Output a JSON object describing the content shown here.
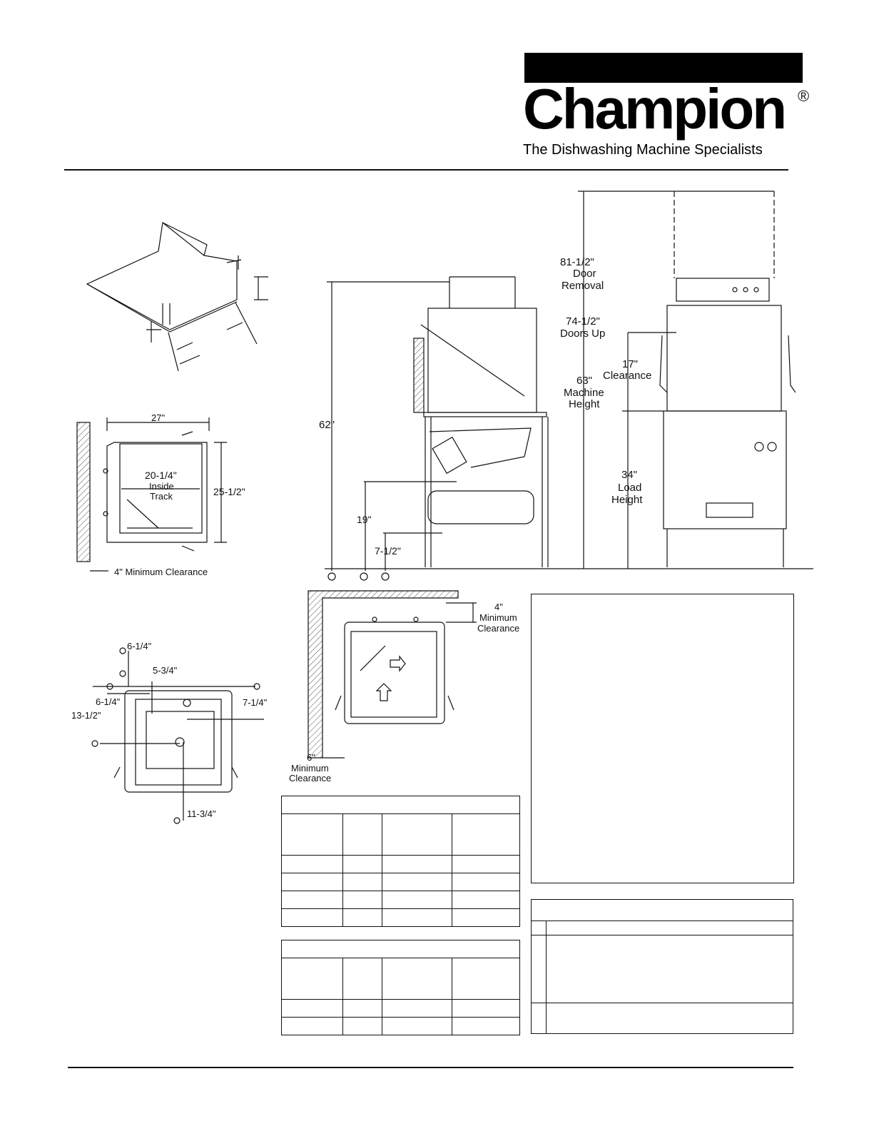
{
  "brand": {
    "name": "Champion",
    "registered": "®",
    "tagline": "The Dishwashing Machine Specialists"
  },
  "side_view": {
    "door_removal": [
      "81-1/2\"",
      "Door",
      "Removal"
    ],
    "doors_up": [
      "74-1/2\"",
      "Doors Up"
    ],
    "machine_height": [
      "63\"",
      "Machine",
      "Height"
    ],
    "clearance": [
      "17\"",
      "Clearance"
    ],
    "load_height": [
      "34\"",
      "Load",
      "Height"
    ],
    "overall": "62\"",
    "h19": "19\"",
    "h7": "7-1/2\""
  },
  "top_view": {
    "width": "27\"",
    "inside_track": [
      "20-1/4\"",
      "Inside",
      "Track"
    ],
    "depth": "25-1/2\"",
    "min_clearance": "4\" Minimum Clearance"
  },
  "plan_view": {
    "d1": "6-1/4\"",
    "d2": "5-3/4\"",
    "d3": "6-1/4\"",
    "d4": "13-1/2\"",
    "d5": "7-1/4\"",
    "d6": "11-3/4\""
  },
  "corner_view": {
    "top_clearance": [
      "4\"",
      "Minimum",
      "Clearance"
    ],
    "side_clearance": [
      "6\"",
      "Minimum",
      "Clearance"
    ]
  }
}
